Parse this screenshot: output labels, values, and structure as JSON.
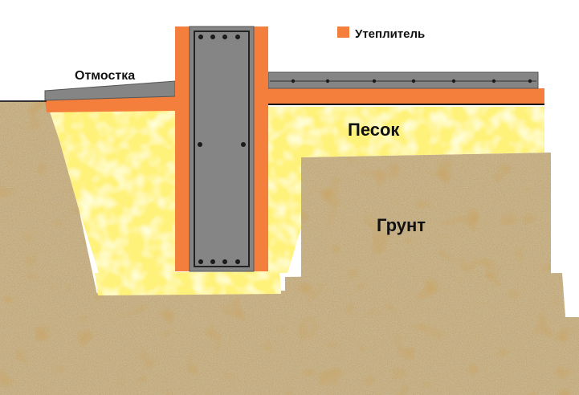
{
  "labels": {
    "blind_area": "Отмостка",
    "insulation": "Утеплитель",
    "sand": "Песок",
    "soil": "Грунт"
  },
  "colors": {
    "insulation": "#f47f3c",
    "concrete": "#858585",
    "sand": "#fff27a",
    "soil": "#c8b48c",
    "background": "#ffffff"
  }
}
